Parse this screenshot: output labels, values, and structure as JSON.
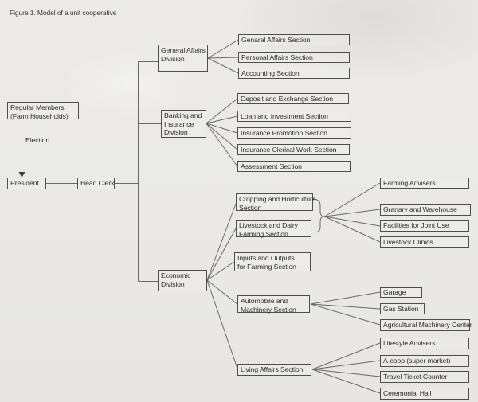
{
  "figure": {
    "title": "Figure 1. Model of a unit cooperative"
  },
  "colors": {
    "background": "#eae9e6",
    "line": "#565656",
    "box_border": "#4e4e4e",
    "text": "#2e2e2e"
  },
  "org": {
    "members": {
      "l1": "Regular Members",
      "l2": "(Farm Households)"
    },
    "election_label": "Election",
    "president": "President",
    "head_clerk": "Head Clerk",
    "divisions": {
      "general": {
        "name_l1": "General Affairs",
        "name_l2": "Division",
        "sections": [
          {
            "label": "Genaral Affairs Section"
          },
          {
            "label": "Personal Affairs Section"
          },
          {
            "label": "Accounting Section"
          }
        ]
      },
      "banking": {
        "name_l1": "Banking and",
        "name_l2": "Insurance",
        "name_l3": "Division",
        "sections": [
          {
            "label": "Deposit and Exchange Section"
          },
          {
            "label": "Loan and Investment Section"
          },
          {
            "label": "Insurance Promotion Section"
          },
          {
            "label": "Insurance Clerical Work Section"
          },
          {
            "label": "Assessment Section"
          }
        ]
      },
      "economic": {
        "name_l1": "Economic",
        "name_l2": "Division",
        "sections": {
          "cropping": {
            "l1": "Cropping and Horticulture",
            "l2": "Section"
          },
          "livestock": {
            "l1": "Livestock and Dairy",
            "l2": "Farming Section"
          },
          "inputs": {
            "l1": "Inputs and Outputs",
            "l2": "for Farming Section"
          },
          "automobile": {
            "l1": "Automobile and",
            "l2": "Machinery Section"
          },
          "living": {
            "l1": "Living Affairs Section"
          }
        },
        "farming_units": [
          {
            "label": "Farming Advisers"
          },
          {
            "label": "Granary and Warehouse"
          },
          {
            "label": "Facilities for Joint Use"
          },
          {
            "label": "Livestock Clinics"
          }
        ],
        "automobile_units": [
          {
            "label": "Garage"
          },
          {
            "label": "Gas Station"
          },
          {
            "label": "Agricultural Machinery Center"
          }
        ],
        "living_units": [
          {
            "label": "Lifestyle Advisers"
          },
          {
            "label": "A-coop (super market)"
          },
          {
            "label": "Travel Ticket Counter"
          },
          {
            "label": "Ceremonial Hall"
          }
        ]
      }
    }
  }
}
